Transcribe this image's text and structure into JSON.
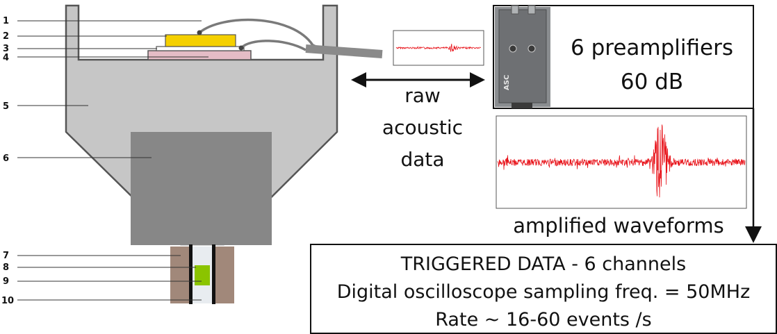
{
  "diagram": {
    "part_numbers": [
      "1",
      "2",
      "3",
      "4",
      "5",
      "6",
      "7",
      "8",
      "9",
      "10"
    ],
    "labels": {
      "raw_line1": "raw",
      "raw_line2": "acoustic",
      "raw_line3": "data",
      "preamp_line1": "6 preamplifiers",
      "preamp_line2": "60 dB",
      "amplified": "amplified waveforms",
      "trigger_line1": "TRIGGERED DATA - 6 channels",
      "trigger_line2": "Digital oscilloscope sampling freq. = 50MHz",
      "trigger_line3": "Rate ~ 16-60 events /s",
      "device_brand": "ASC"
    },
    "colors": {
      "vessel": "#c6c6c6",
      "vessel_outline": "#555555",
      "inner_block": "#878787",
      "yellow_plate": "#f5d000",
      "pink_plate": "#e4bcc6",
      "waveform": "#e8141b",
      "brown_holder": "#a1887a",
      "green_sample": "#8bc400",
      "device_body": "#8a8d90"
    }
  }
}
